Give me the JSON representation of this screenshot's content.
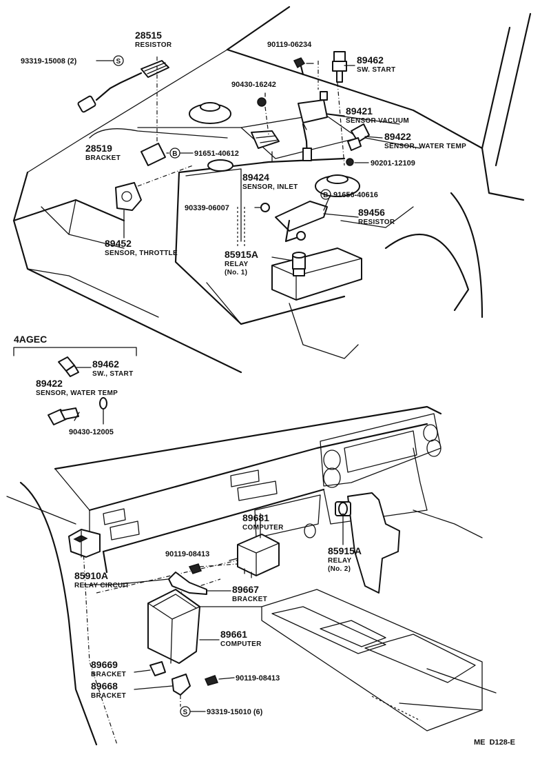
{
  "labels": {
    "p28515": {
      "number": "28515",
      "name": "RESISTOR"
    },
    "p93319_15008": {
      "number": "93319-15008 (2)"
    },
    "p90119_06234": {
      "number": "90119-06234"
    },
    "p89462_top": {
      "number": "89462",
      "name": "SW. START"
    },
    "p90430_16242": {
      "number": "90430-16242"
    },
    "p89421": {
      "number": "89421",
      "name": "SENSOR VACUUM"
    },
    "p89422_top": {
      "number": "89422",
      "name": "SENSOR, WATER TEMP"
    },
    "p28519": {
      "number": "28519",
      "name": "BRACKET"
    },
    "p91651_40612": {
      "number": "91651-40612"
    },
    "p90201_12109": {
      "number": "90201-12109"
    },
    "p89424": {
      "number": "89424",
      "name": "SENSOR, INLET"
    },
    "p91656_40616": {
      "number": "91656-40616"
    },
    "p90339_06007": {
      "number": "90339-06007"
    },
    "p89456": {
      "number": "89456",
      "name": "RESISTOR"
    },
    "p89452": {
      "number": "89452",
      "name": "SENSOR, THROTTLE"
    },
    "p85915A_1": {
      "number": "85915A",
      "name": "RELAY",
      "sub": "(No. 1)"
    },
    "p89462_4agec": {
      "number": "89462",
      "name": "SW., START"
    },
    "p89422_4agec": {
      "number": "89422",
      "name": "SENSOR, WATER TEMP"
    },
    "p90430_12005": {
      "number": "90430-12005"
    },
    "p89681": {
      "number": "89681",
      "name": "COMPUTER"
    },
    "p90119_08413_a": {
      "number": "90119-08413"
    },
    "p85915A_2": {
      "number": "85915A",
      "name": "RELAY",
      "sub": "(No. 2)"
    },
    "p85910A": {
      "number": "85910A",
      "name": "RELAY CIRCUIT"
    },
    "p89667": {
      "number": "89667",
      "name": "BRACKET"
    },
    "p89661": {
      "number": "89661",
      "name": "COMPUTER"
    },
    "p89669": {
      "number": "89669",
      "name": "BRACKET"
    },
    "p89668": {
      "number": "89668",
      "name": "BRACKET"
    },
    "p90119_08413_b": {
      "number": "90119-08413"
    },
    "p93319_15010": {
      "number": "93319-15010 (6)"
    }
  },
  "section": {
    "title": "4AGEC"
  },
  "symbols": {
    "s_marker": "S",
    "b_marker": "B"
  },
  "footer": {
    "code": "ME  D128-E"
  }
}
